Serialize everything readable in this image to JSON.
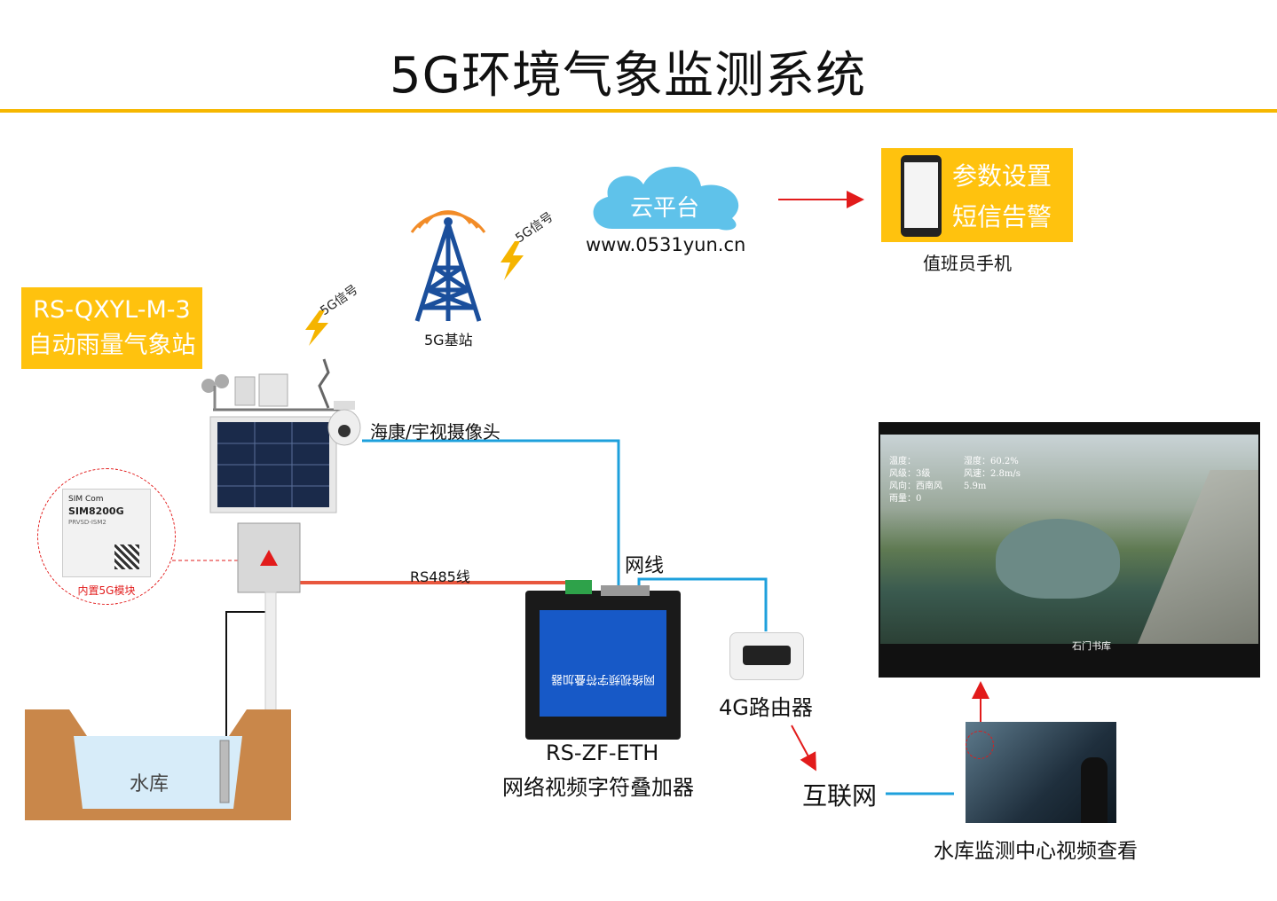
{
  "title": "5G环境气象监测系统",
  "station": {
    "model": "RS-QXYL-M-3",
    "name": "自动雨量气象站"
  },
  "signals": {
    "label": "5G信号"
  },
  "base_station": {
    "label": "5G基站"
  },
  "cloud": {
    "label": "云平台",
    "url": "www.0531yun.cn"
  },
  "phone": {
    "line1": "参数设置",
    "line2": "短信告警",
    "caption": "值班员手机"
  },
  "camera": {
    "label": "海康/宇视摄像头"
  },
  "module": {
    "brand": "SIM Com",
    "model": "SIM8200G",
    "sub": "PRVSD-ISM2",
    "caption": "内置5G模块"
  },
  "cables": {
    "rs485": "RS485线",
    "network": "网线"
  },
  "device": {
    "model": "RS-ZF-ETH",
    "name": "网络视频字符叠加器",
    "screen_text": "网络视频字符叠加器",
    "code": "RS-ZF-ETH"
  },
  "router": {
    "label": "4G路由器"
  },
  "internet": {
    "label": "互联网"
  },
  "reservoir": {
    "label": "水库"
  },
  "center": {
    "label": "水库监测中心视频查看"
  },
  "video": {
    "overlay": [
      {
        "left": "温度：",
        "right": "湿度：60.2%"
      },
      {
        "left": "风级：3级",
        "right": "风速：2.8m/s"
      },
      {
        "left": "风向：西南风",
        "right": "5.9m"
      },
      {
        "left": "雨量：0",
        "right": ""
      }
    ],
    "watermark": "石门书库"
  },
  "colors": {
    "accent_yellow": "#ffc20e",
    "rule": "#f6b700",
    "cable_blue": "#1ea0dc",
    "cable_red": "#e8573e",
    "arrow_red": "#e21b1b",
    "tower_blue": "#1b4f9c"
  }
}
